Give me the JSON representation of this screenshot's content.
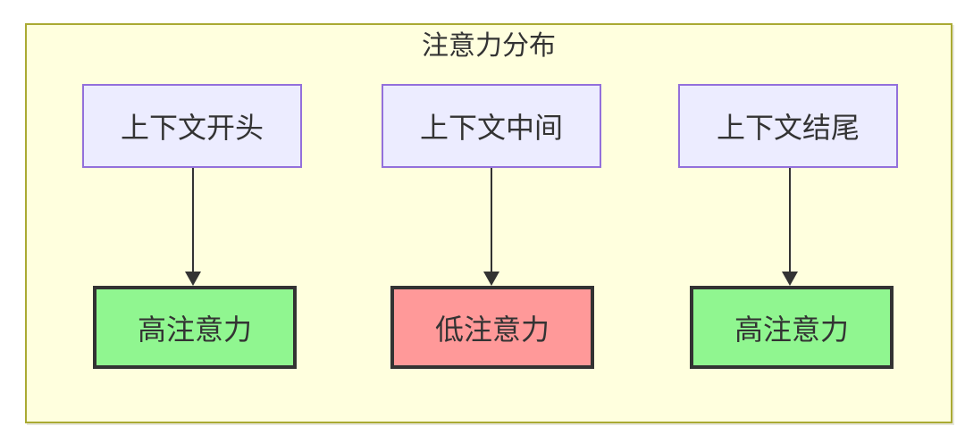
{
  "diagram": {
    "title": "注意力分布",
    "columns": [
      {
        "source": "上下文开头",
        "target": "高注意力",
        "target_type": "high"
      },
      {
        "source": "上下文中间",
        "target": "低注意力",
        "target_type": "low"
      },
      {
        "source": "上下文结尾",
        "target": "高注意力",
        "target_type": "high"
      }
    ]
  },
  "colors": {
    "frame_bg": "#ffffde",
    "frame_border": "#aaaa33",
    "source_box_bg": "#ececff",
    "source_box_border": "#9370db",
    "high_attention_bg": "#90f690",
    "low_attention_bg": "#ff9999",
    "target_box_border": "#333333",
    "arrow": "#333333",
    "text": "#333333"
  }
}
